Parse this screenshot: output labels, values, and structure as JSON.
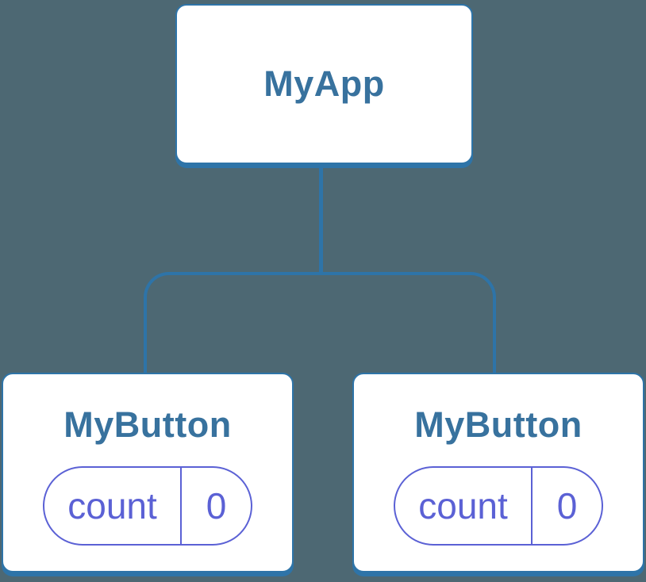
{
  "diagram": {
    "title": "component-tree",
    "root": {
      "label": "MyApp"
    },
    "children": [
      {
        "label": "MyButton",
        "state": {
          "key": "count",
          "value": "0"
        }
      },
      {
        "label": "MyButton",
        "state": {
          "key": "count",
          "value": "0"
        }
      }
    ],
    "colors": {
      "background": "#4d6873",
      "connector_blue": "#2e74a8",
      "node_title_blue": "#38729e",
      "state_purple": "#5b61d5",
      "node_background": "#ffffff"
    }
  }
}
